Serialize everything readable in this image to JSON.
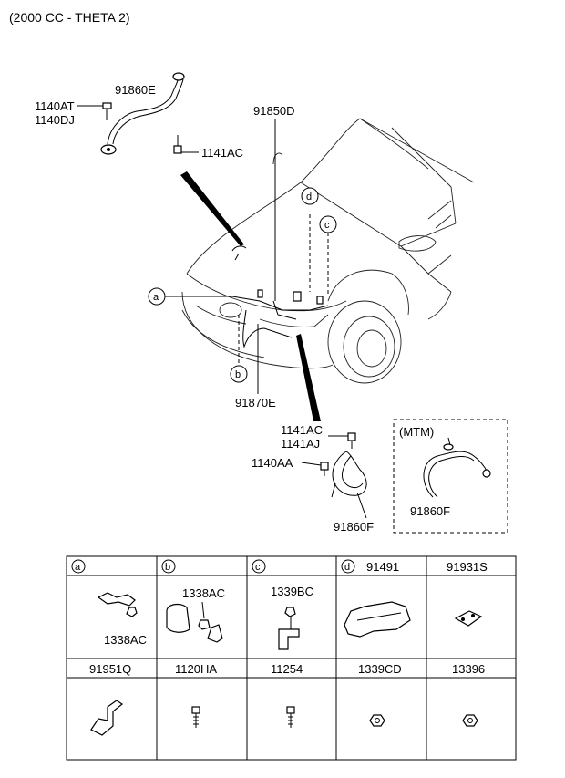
{
  "header": {
    "title": "(2000 CC - THETA 2)"
  },
  "callouts": {
    "c1140AT": "1140AT",
    "c1140DJ": "1140DJ",
    "c91860E": "91860E",
    "c1141AC_top": "1141AC",
    "c91850D": "91850D",
    "c91870E": "91870E",
    "c1141AC_bottom": "1141AC",
    "c1141AJ": "1141AJ",
    "c1140AA": "1140AA",
    "c91860F_main": "91860F",
    "c91860F_mtm": "91860F",
    "mtm_label": "(MTM)"
  },
  "circle_refs": {
    "a": "a",
    "b": "b",
    "c": "c",
    "d": "d"
  },
  "table": {
    "row1_headers": [
      {
        "letter": "a",
        "code": ""
      },
      {
        "letter": "b",
        "code": ""
      },
      {
        "letter": "c",
        "code": ""
      },
      {
        "letter": "d",
        "code": "91491"
      },
      {
        "letter": "",
        "code": "91931S"
      }
    ],
    "row1_labels": {
      "a": "1338AC",
      "b": "1338AC",
      "c": "1339BC"
    },
    "row2_headers": [
      "91951Q",
      "1120HA",
      "11254",
      "1339CD",
      "13396"
    ]
  }
}
